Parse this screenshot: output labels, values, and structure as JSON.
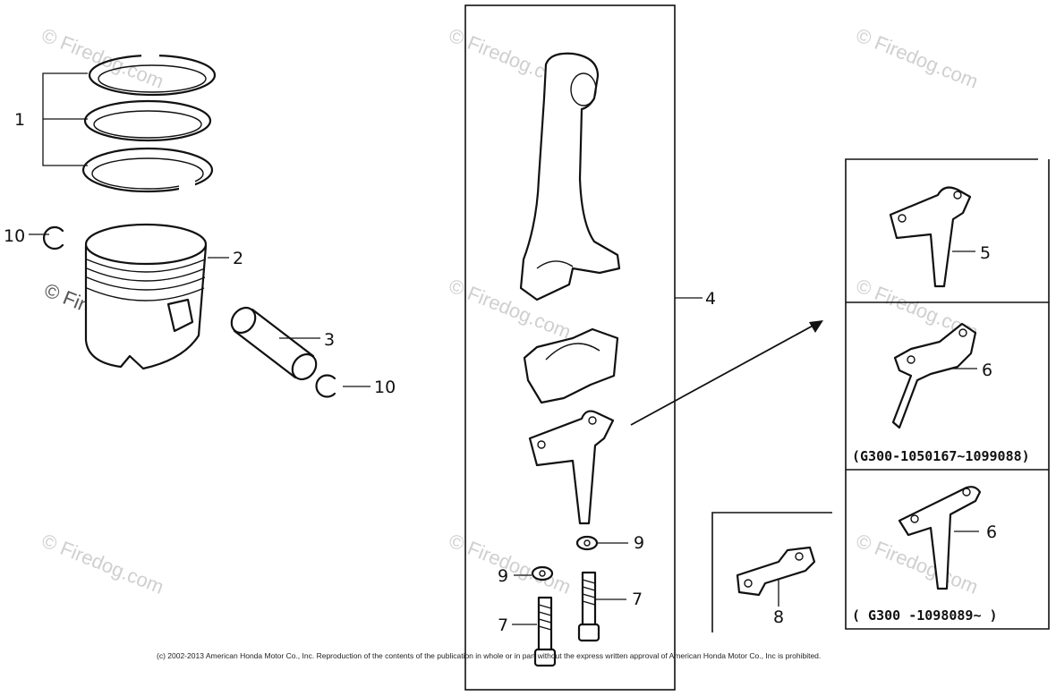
{
  "callouts": {
    "c1": "1",
    "c2": "2",
    "c3": "3",
    "c4": "4",
    "c5": "5",
    "c6a": "6",
    "c6b": "6",
    "c7a": "7",
    "c7b": "7",
    "c8": "8",
    "c9a": "9",
    "c9b": "9",
    "c10a": "10",
    "c10b": "10"
  },
  "notes": {
    "serial_range_1": "(G300-1050167~1099088)",
    "serial_range_2": "( G300 -1098089~ )"
  },
  "watermark": "© Firedog.com",
  "copyright": "(c) 2002-2013 American Honda Motor Co., Inc. Reproduction of the contents of the publication in whole or in part without the express written approval of American Honda Motor Co., Inc is prohibited."
}
